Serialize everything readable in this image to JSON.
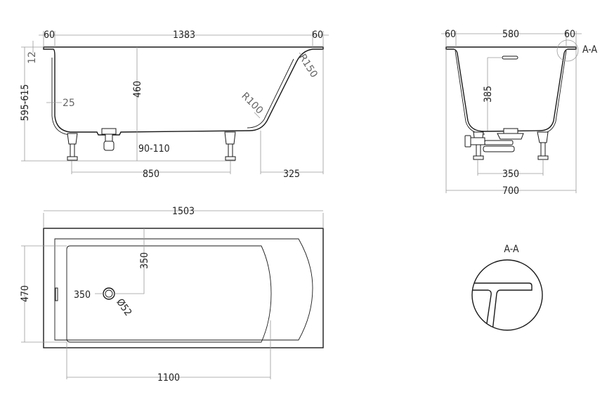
{
  "side_view": {
    "dim_rim_left": "60",
    "dim_inner_length": "1383",
    "dim_rim_right": "60",
    "dim_rim_thickness": "12",
    "dim_height_range": "595-615",
    "dim_wall": "25",
    "dim_depth": "460",
    "dim_drain_height": "90-110",
    "dim_feet_spacing": "850",
    "dim_end_offset": "325",
    "radius_lower": "R100",
    "radius_upper": "R150"
  },
  "end_view": {
    "dim_rim_left": "60",
    "dim_inner_width": "580",
    "dim_rim_right": "60",
    "section_label": "A-A",
    "dim_overflow_height": "385",
    "dim_feet_spacing": "350",
    "dim_total_width": "700"
  },
  "plan_view": {
    "dim_total_length": "1503",
    "dim_width": "470",
    "dim_drain_y": "350",
    "dim_drain_x": "350",
    "drain_diameter": "Ø52",
    "dim_basin_length": "1100"
  },
  "detail": {
    "label": "A-A"
  }
}
